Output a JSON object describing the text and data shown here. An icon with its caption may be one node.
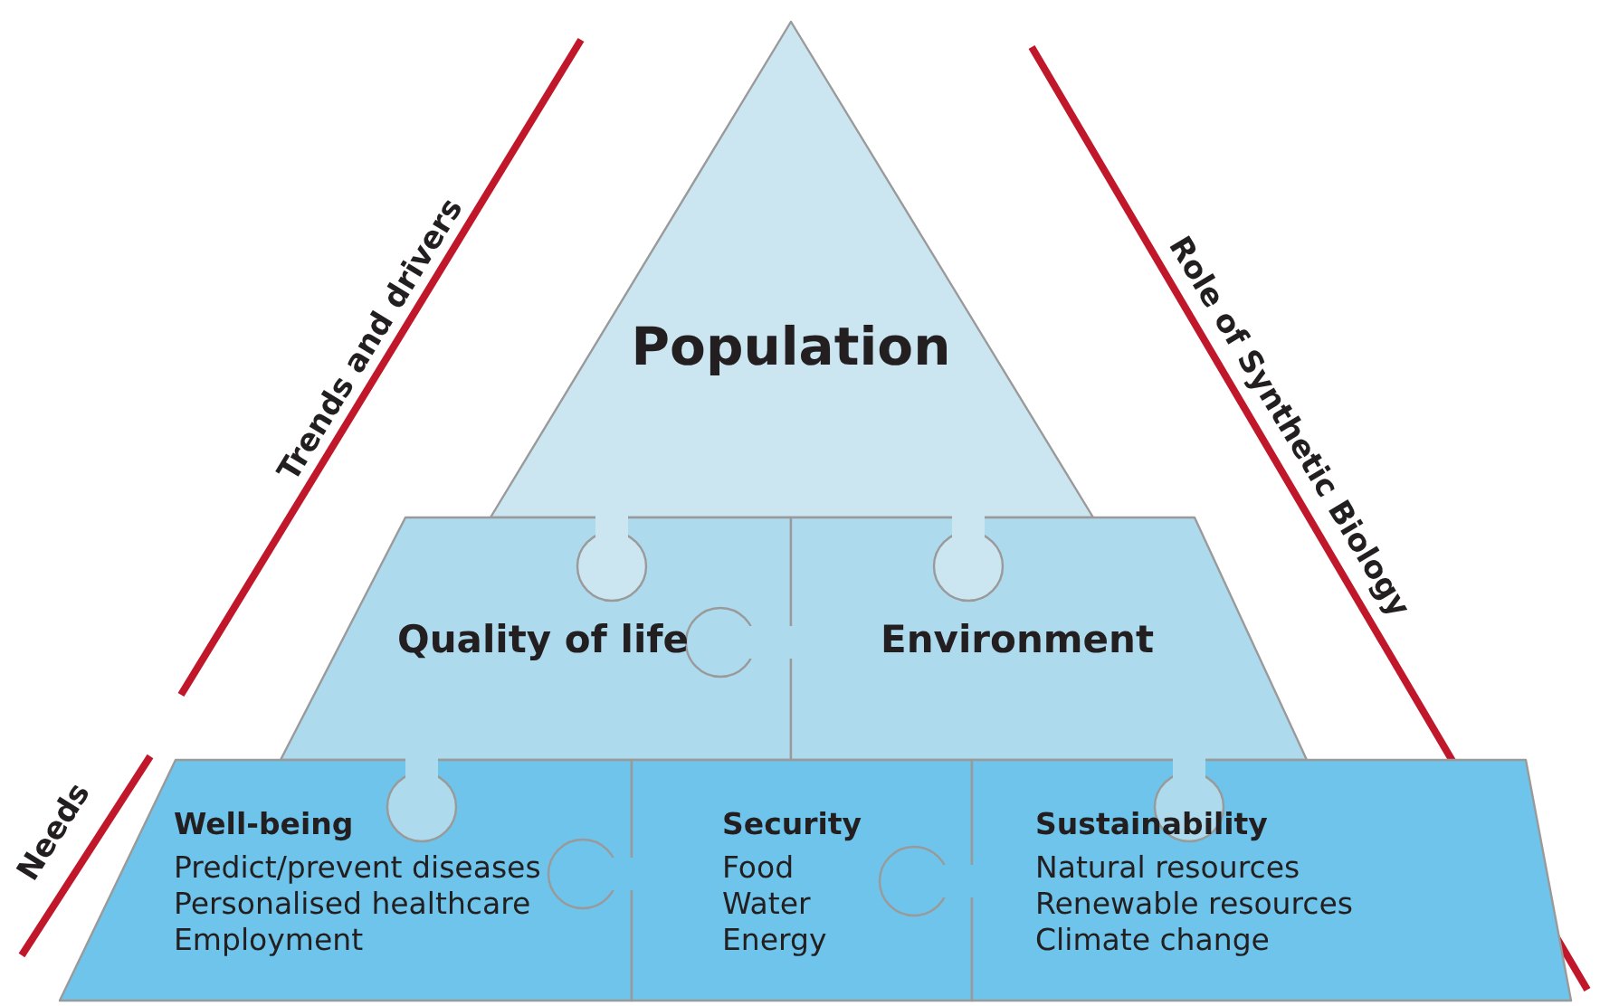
{
  "diagram": {
    "nodes": [
      {
        "text": [
          "Population"
        ]
      },
      {
        "text": [
          "Quality of life"
        ]
      },
      {
        "text": [
          "Environment"
        ]
      },
      {
        "text": [
          "Well-being",
          "Predict/prevent diseases",
          "Personalised healthcare",
          "Employment"
        ]
      },
      {
        "text": [
          "Security",
          "Food",
          "Water",
          "Energy"
        ]
      },
      {
        "text": [
          "Sustainability",
          "Natural resources",
          "Renewable resources",
          "Climate change"
        ]
      }
    ],
    "labels": [
      "Trends and drivers",
      "Role of Synthetic Biology",
      "Needs"
    ]
  }
}
